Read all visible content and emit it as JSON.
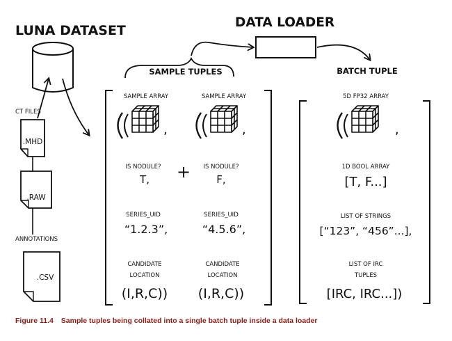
{
  "dataset": {
    "title": "LUNA DATASET",
    "ct_files_label": "CT FILES",
    "files": [
      ".MHD",
      ".RAW"
    ],
    "annotations_label": "ANNOTATIONS",
    "annotations_file": ".CSV"
  },
  "loader": {
    "title": "DATA LOADER"
  },
  "sample_tuples": {
    "title": "SAMPLE TUPLES",
    "samples": [
      {
        "array_label": "SAMPLE ARRAY",
        "nodule_label": "IS NODULE?",
        "nodule_value": "T,",
        "series_label": "SERIES_UID",
        "series_value": "“1.2.3”,",
        "candidate_label_1": "CANDIDATE",
        "candidate_label_2": "LOCATION",
        "candidate_value": "(I,R,C))"
      },
      {
        "array_label": "SAMPLE ARRAY",
        "nodule_label": "IS NODULE?",
        "nodule_value": "F,",
        "series_label": "SERIES_UID",
        "series_value": "“4.5.6”,",
        "candidate_label_1": "CANDIDATE",
        "candidate_label_2": "LOCATION",
        "candidate_value": "(I,R,C))"
      }
    ],
    "plus": "+"
  },
  "batch_tuple": {
    "title": "BATCH TUPLE",
    "array_label": "5D FP32 ARRAY",
    "bool_label": "1D BOOL ARRAY",
    "bool_value": "[T, F...]",
    "strings_label": "LIST OF STRINGS",
    "strings_value": "[“123”, “456”...],",
    "irc_label_1": "LIST OF IRC",
    "irc_label_2": "TUPLES",
    "irc_value": "[IRC, IRC...])"
  },
  "caption": {
    "figure": "Figure 11.4",
    "text": "Sample tuples being collated into a single batch tuple inside a data loader"
  },
  "colors": {
    "ink": "#111111",
    "caption": "#8a1c16"
  }
}
